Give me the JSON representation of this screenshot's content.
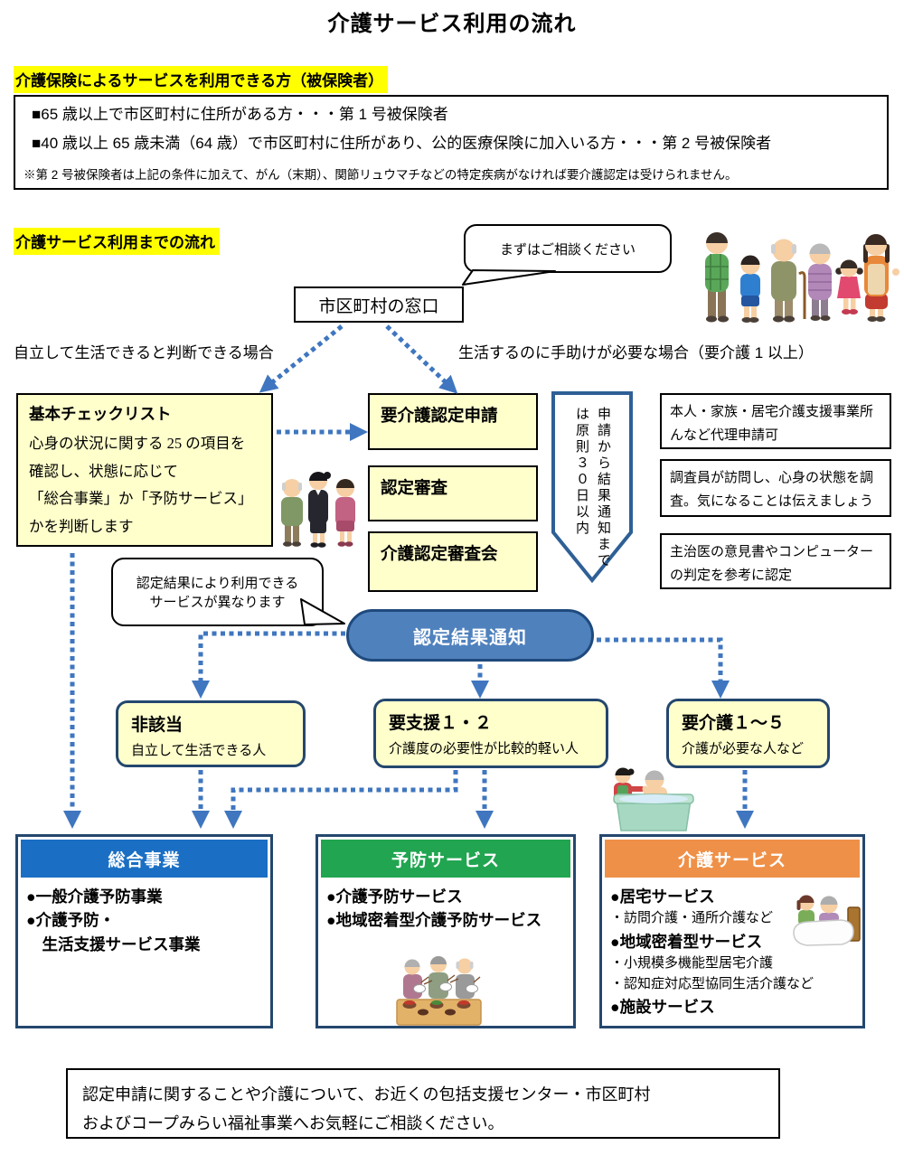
{
  "page": {
    "title": "介護サービス利用の流れ"
  },
  "eligibility": {
    "heading": "介護保険によるサービスを利用できる方（被保険者）",
    "line1": "■65 歳以上で市区町村に住所がある方・・・第 1 号被保険者",
    "line2": "■40 歳以上 65 歳未満（64 歳）で市区町村に住所があり、公的医療保険に加入いる方・・・第 2 号被保険者",
    "note": "※第 2 号被保険者は上記の条件に加えて、がん（末期）、関節リュウマチなどの特定疾病がなければ要介護認定は受けられません。"
  },
  "flow": {
    "heading": "介護サービス利用までの流れ",
    "consult_bubble": "まずはご相談ください",
    "window_box": "市区町村の窓口",
    "branch_left": "自立して生活できると判断できる場合",
    "branch_right": "生活するのに手助けが必要な場合（要介護 1 以上）",
    "checklist": {
      "title": "基本チェックリスト",
      "lines": [
        "心身の状況に関する 25 の項目を",
        "確認し、状態に応じて",
        "「総合事業」か「予防サービス」",
        "かを判断します"
      ]
    },
    "steps": [
      "要介護認定申請",
      "認定審査",
      "介護認定審査会"
    ],
    "duration": [
      "申請から結果通知まで",
      "は原則３０日以内"
    ],
    "notes": [
      "本人・家族・居宅介護支援事業所んなど代理申請可",
      "調査員が訪問し、心身の状態を調査。気になることは伝えましょう",
      "主治医の意見書やコンピューターの判定を参考に認定"
    ],
    "result_bubble": [
      "認定結果により利用できる",
      "サービスが異なります"
    ],
    "result_oval": "認定結果通知",
    "results": [
      {
        "title": "非該当",
        "desc": "自立して生活できる人"
      },
      {
        "title": "要支援１・２",
        "desc": "介護度の必要性が比較的軽い人"
      },
      {
        "title": "要介護１～５",
        "desc": "介護が必要な人など"
      }
    ]
  },
  "services": [
    {
      "title": "総合事業",
      "items": [
        "●一般介護予防事業",
        "●介護予防・",
        "　生活支援サービス事業"
      ]
    },
    {
      "title": "予防サービス",
      "items": [
        "●介護予防サービス",
        "●地域密着型介護予防サービス"
      ]
    },
    {
      "title": "介護サービス",
      "items": [
        "●居宅サービス",
        "・訪問介護・通所介護など",
        "●地域密着型サービス",
        "・小規模多機能型居宅介護",
        "・認知症対応型協同生活介護など",
        "●施設サービス"
      ]
    }
  ],
  "footer": {
    "line1": "認定申請に関することや介護について、お近くの包括支援センター・市区町村",
    "line2": "およびコープみらい福祉事業へお気軽にご相談ください。"
  },
  "colors": {
    "highlight": "#ffff00",
    "box_yellow": "#ffffcc",
    "arrow_blue": "#3f76bf",
    "oval_fill": "#4f81bd",
    "oval_border": "#1f4a7d",
    "navy_border": "#24476e",
    "pentagon_border": "#2e6096",
    "header_blue": "#1a6fc4",
    "header_green": "#21a550",
    "header_orange": "#ef9048"
  },
  "illustrations": [
    "family-illustration",
    "consult-people-illustration",
    "bathing-illustration",
    "meal-illustration",
    "bed-care-illustration"
  ]
}
